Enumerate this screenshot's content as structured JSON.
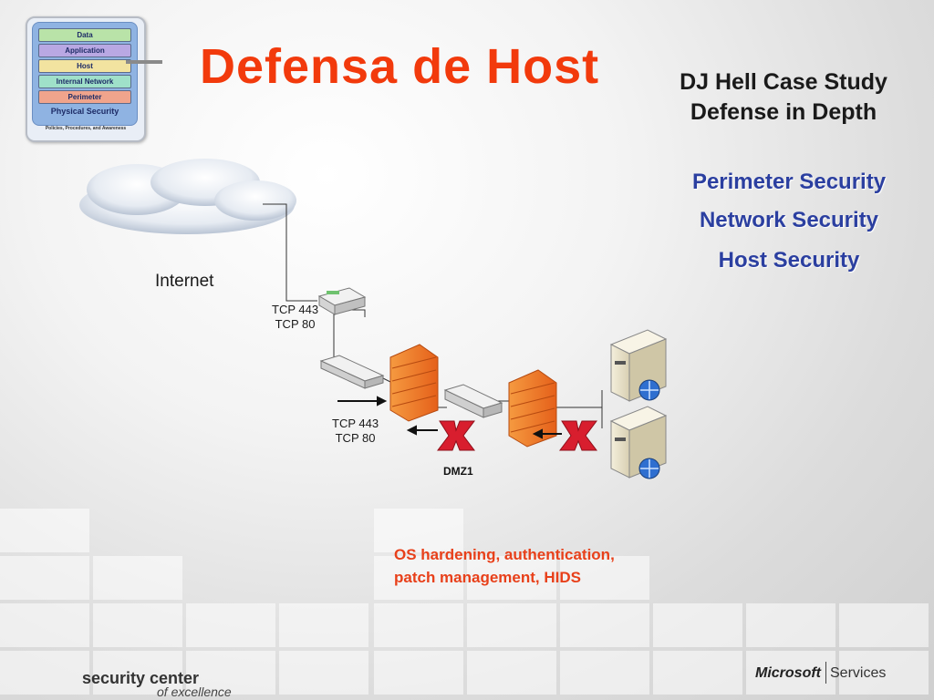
{
  "slide": {
    "title": "Defensa de Host",
    "case_study_line1": "DJ Hell Case Study",
    "case_study_line2": "Defense in Depth",
    "security_items": [
      "Perimeter Security",
      "Network Security",
      "Host Security"
    ],
    "note_line1": "OS hardening, authentication,",
    "note_line2": "patch management, HIDS"
  },
  "defense_stack": {
    "layers": [
      {
        "label": "Data",
        "color": "#b9e3a8"
      },
      {
        "label": "Application",
        "color": "#b9a8e3"
      },
      {
        "label": "Host",
        "color": "#f2e3a0"
      },
      {
        "label": "Internal Network",
        "color": "#9fe0c9"
      },
      {
        "label": "Perimeter",
        "color": "#f0a48c"
      }
    ],
    "physical": "Physical Security",
    "footer": "Policies, Procedures, and Awareness"
  },
  "diagram": {
    "internet_label": "Internet",
    "ports_top": [
      "TCP 443",
      "TCP 80"
    ],
    "ports_bottom": [
      "TCP 443",
      "TCP 80"
    ],
    "dmz_label": "DMZ1"
  },
  "branding": {
    "left_line1": "security center",
    "left_line2": "of excellence",
    "ms": "Microsoft",
    "services": "Services"
  },
  "colors": {
    "title": "#f23a0c",
    "security_items": "#2b3fa0",
    "note": "#e8401a",
    "firewall": "#f07a28",
    "block_x": "#d81e2e"
  }
}
